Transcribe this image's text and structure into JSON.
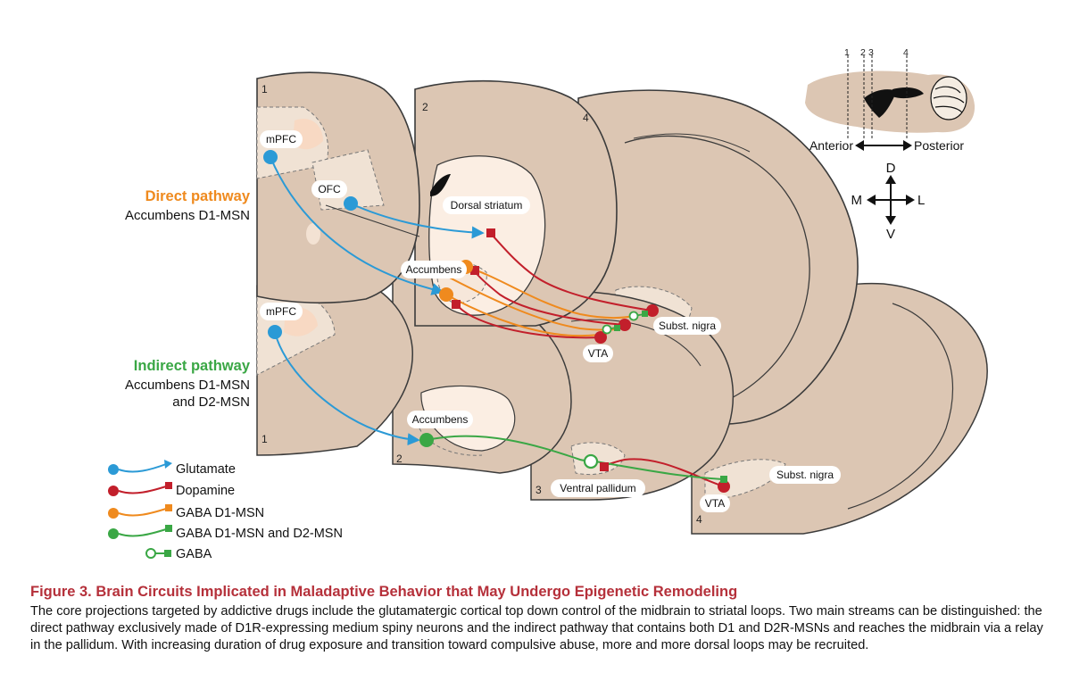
{
  "sections": {
    "numbers": [
      "1",
      "2",
      "3",
      "4"
    ],
    "orientation": {
      "anterior": "Anterior",
      "posterior": "Posterior",
      "d": "D",
      "v": "V",
      "m": "M",
      "l": "L"
    }
  },
  "direct": {
    "title": "Direct pathway",
    "subtitle": "Accumbens D1-MSN"
  },
  "indirect": {
    "title": "Indirect pathway",
    "line1": "Accumbens D1-MSN",
    "line2": "and D2-MSN"
  },
  "regions": {
    "mpfc": "mPFC",
    "ofc": "OFC",
    "dorsal_striatum": "Dorsal striatum",
    "accumbens": "Accumbens",
    "subst_nigra": "Subst. nigra",
    "vta": "VTA",
    "ventral_pallidum": "Ventral pallidum"
  },
  "legend": [
    {
      "label": "Glutamate",
      "color": "#2b9ad6"
    },
    {
      "label": "Dopamine",
      "color": "#c21f2b"
    },
    {
      "label": "GABA D1-MSN",
      "color": "#ef8a1e"
    },
    {
      "label": "GABA D1-MSN and D2-MSN",
      "color": "#3aa745"
    },
    {
      "label": "GABA",
      "color": "#3aa745"
    }
  ],
  "caption": {
    "title": "Figure 3.  Brain Circuits Implicated in Maladaptive Behavior that May Undergo Epigenetic Remodeling",
    "body": "The core projections targeted by addictive drugs include the glutamatergic cortical top down control of the midbrain to striatal loops. Two main streams can be distinguished: the direct pathway exclusively made of D1R-expressing medium spiny neurons and the indirect pathway that contains both D1 and D2R-MSNs and reaches the midbrain via a relay in the pallidum. With increasing duration of drug exposure and transition toward compulsive abuse, more and more dorsal loops may be recruited."
  },
  "colors": {
    "tissue": "#dcc6b3",
    "tissue_light": "#f0e2d4",
    "region_fill": "#fbeee3",
    "glutamate": "#2b9ad6",
    "dopamine": "#c21f2b",
    "gaba_d1": "#ef8a1e",
    "gaba_d1d2": "#3aa745",
    "caption_title": "#b5303a"
  }
}
